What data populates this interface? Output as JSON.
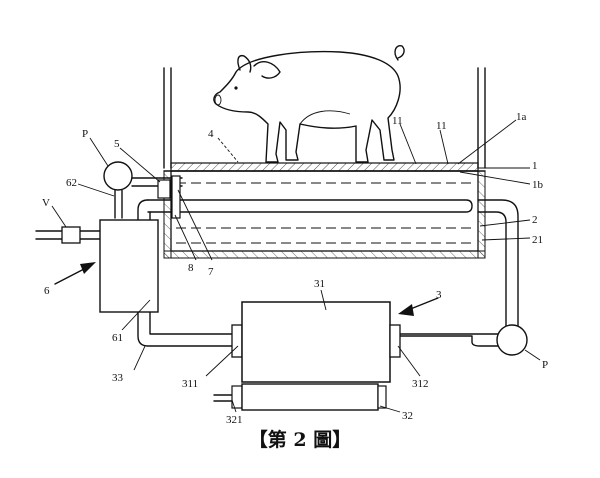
{
  "labels": {
    "pump_left": "P",
    "pump_right": "P",
    "valve": "V",
    "n62": "62",
    "n6": "6",
    "n61": "61",
    "n5": "5",
    "n8": "8",
    "n7": "7",
    "n4": "4",
    "n11a": "11",
    "n11b": "11",
    "n1a": "1a",
    "n1": "1",
    "n1b": "1b",
    "n2": "2",
    "n21": "21",
    "n31": "31",
    "n3": "3",
    "n33": "33",
    "n311": "311",
    "n312": "312",
    "n321": "321",
    "n32": "32"
  },
  "caption": "【第 2 圖】"
}
